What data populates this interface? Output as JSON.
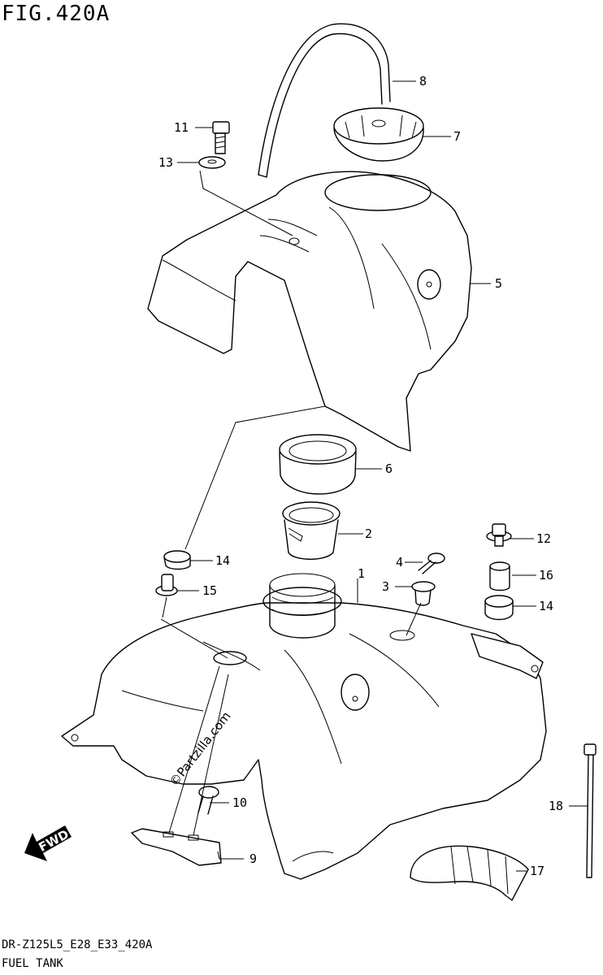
{
  "figure": {
    "title": "FIG.420A",
    "model_code": "DR-Z125L5_E28_E33_420A",
    "section_name": "FUEL TANK",
    "watermark": "©Partzilla.com",
    "fwd_label": "FWD"
  },
  "callouts": [
    {
      "id": "c1",
      "label": "1"
    },
    {
      "id": "c2",
      "label": "2"
    },
    {
      "id": "c3",
      "label": "3"
    },
    {
      "id": "c4",
      "label": "4"
    },
    {
      "id": "c5",
      "label": "5"
    },
    {
      "id": "c6",
      "label": "6"
    },
    {
      "id": "c7",
      "label": "7"
    },
    {
      "id": "c8",
      "label": "8"
    },
    {
      "id": "c9",
      "label": "9"
    },
    {
      "id": "c10",
      "label": "10"
    },
    {
      "id": "c11",
      "label": "11"
    },
    {
      "id": "c12",
      "label": "12"
    },
    {
      "id": "c13",
      "label": "13"
    },
    {
      "id": "c14a",
      "label": "14"
    },
    {
      "id": "c14b",
      "label": "14"
    },
    {
      "id": "c15",
      "label": "15"
    },
    {
      "id": "c16",
      "label": "16"
    },
    {
      "id": "c17",
      "label": "17"
    },
    {
      "id": "c18",
      "label": "18"
    }
  ]
}
